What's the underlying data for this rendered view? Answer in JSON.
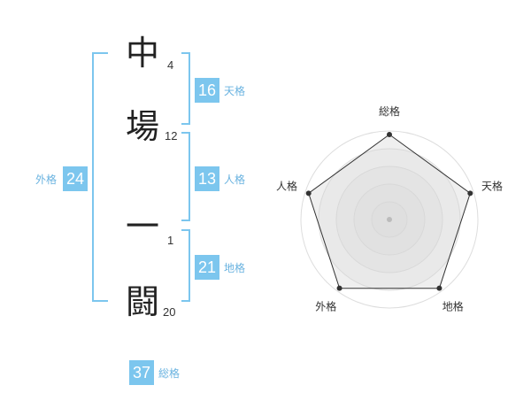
{
  "name": {
    "chars": [
      {
        "char": "中",
        "strokes": "4"
      },
      {
        "char": "場",
        "strokes": "12"
      },
      {
        "char": "一",
        "strokes": "1"
      },
      {
        "char": "闘",
        "strokes": "20"
      }
    ]
  },
  "kakaku": {
    "tenkaku": {
      "value": "16",
      "label": "天格"
    },
    "jinkaku": {
      "value": "13",
      "label": "人格"
    },
    "chikaku": {
      "value": "21",
      "label": "地格"
    },
    "gaikaku": {
      "value": "24",
      "label": "外格"
    },
    "soukaku": {
      "value": "37",
      "label": "総格"
    }
  },
  "colors": {
    "accent": "#7cc6ee",
    "label": "#6ab3e0",
    "bracket": "#7cc6ee"
  },
  "chart_data": {
    "type": "radar",
    "axes": [
      "総格",
      "天格",
      "地格",
      "外格",
      "人格"
    ],
    "values": [
      5,
      5,
      5,
      5,
      5
    ],
    "rmax": 5,
    "rings": 5
  }
}
